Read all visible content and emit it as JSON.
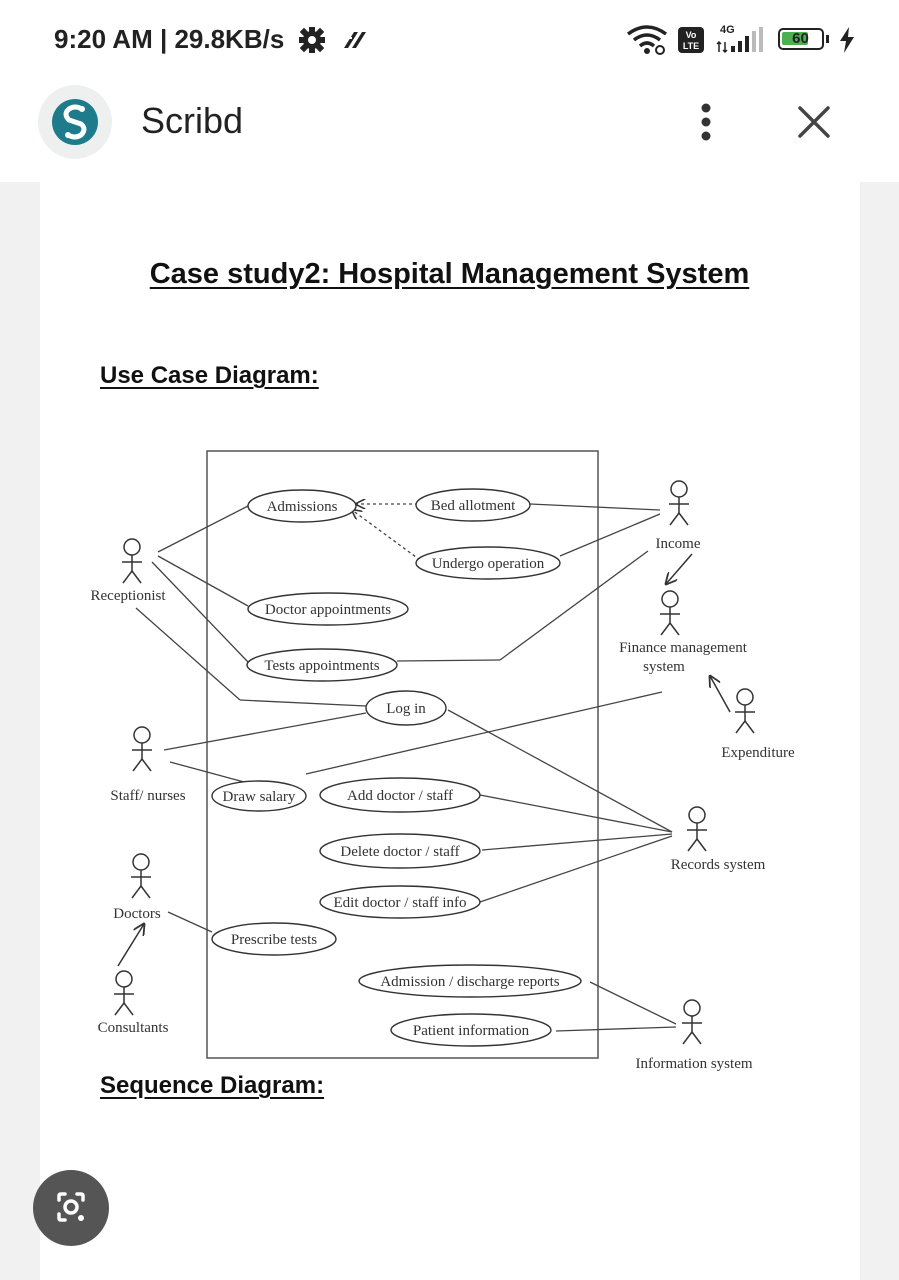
{
  "status_bar": {
    "time": "9:20 AM | 29.8KB/s",
    "volte_label": "Vo LTE",
    "network": "4G",
    "battery": "60"
  },
  "app_bar": {
    "title": "Scribd",
    "brand_color": "#1e7b8c"
  },
  "document": {
    "title": "Case study2: Hospital Management System",
    "use_case_heading": "Use Case Diagram:",
    "sequence_heading": "Sequence Diagram:"
  },
  "diagram": {
    "actors": {
      "receptionist": "Receptionist",
      "staff_nurses": "Staff/ nurses",
      "doctors": "Doctors",
      "consultants": "Consultants",
      "income": "Income",
      "finance_line1": "Finance management",
      "finance_line2": "system",
      "expenditure": "Expenditure",
      "records": "Records system",
      "information": "Information system"
    },
    "use_cases": {
      "admissions": "Admissions",
      "bed_allotment": "Bed allotment",
      "undergo_operation": "Undergo operation",
      "doctor_appointments": "Doctor appointments",
      "tests_appointments": "Tests appointments",
      "log_in": "Log in",
      "draw_salary": "Draw salary",
      "add_doctor_staff": "Add doctor / staff",
      "delete_doctor_staff": "Delete doctor / staff",
      "edit_doctor_staff_info": "Edit doctor / staff info",
      "prescribe_tests": "Prescribe tests",
      "admission_discharge_reports": "Admission / discharge reports",
      "patient_information": "Patient information"
    }
  }
}
